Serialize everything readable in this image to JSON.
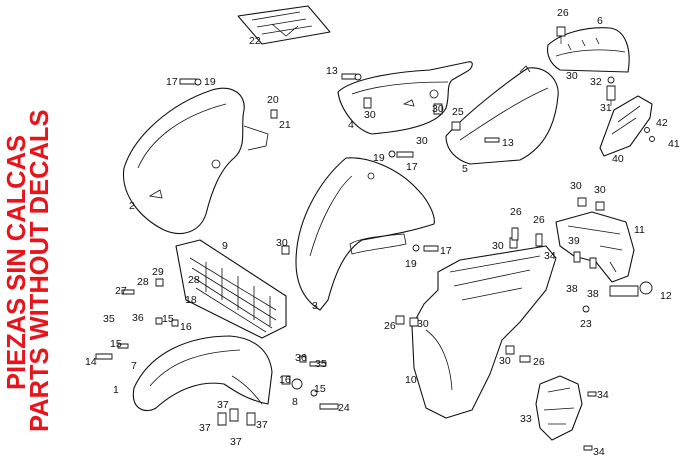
{
  "warning": {
    "line1": "PIEZAS SIN CALCAS",
    "line2": "PARTS WITHOUT DECALS",
    "color": "#e8141b"
  },
  "callouts": {
    "c22": "22",
    "c26a": "26",
    "c6": "6",
    "c13a": "13",
    "c30a": "30",
    "c32": "32",
    "c17a": "17",
    "c19a": "19",
    "c20": "20",
    "c31": "31",
    "c30b": "30",
    "c30c": "30",
    "c25": "25",
    "c21": "21",
    "c4": "4",
    "c42": "42",
    "c30d": "30",
    "c13b": "13",
    "c41": "41",
    "c19b": "19",
    "c40": "40",
    "c17b": "17",
    "c5": "5",
    "c30e": "30",
    "c30f": "30",
    "c2": "2",
    "c26b": "26",
    "c26c": "26",
    "c11": "11",
    "c9": "9",
    "c30g": "30",
    "c30h": "30",
    "c39": "39",
    "c17c": "17",
    "c34a": "34",
    "c29": "29",
    "c19c": "19",
    "c28a": "28",
    "c28b": "28",
    "c27": "27",
    "c38a": "38",
    "c38b": "38",
    "c12": "12",
    "c18": "18",
    "c3": "3",
    "c35a": "35",
    "c36a": "36",
    "c15a": "15",
    "c16a": "16",
    "c26d": "26",
    "c30i": "30",
    "c23": "23",
    "c15b": "15",
    "c14": "14",
    "c36b": "36",
    "c30j": "30",
    "c26e": "26",
    "c7": "7",
    "c35b": "35",
    "c16b": "16",
    "c15c": "15",
    "c10": "10",
    "c1": "1",
    "c8": "8",
    "c34b": "34",
    "c24": "24",
    "c37a": "37",
    "c33": "33",
    "c37b": "37",
    "c37c": "37",
    "c37d": "37",
    "c34c": "34"
  }
}
